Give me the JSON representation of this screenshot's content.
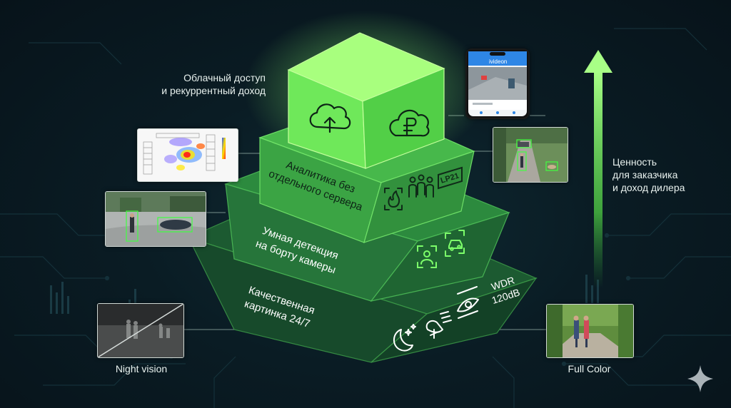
{
  "tiers": [
    {
      "id": "cloud",
      "name": [
        "Облачный доступ",
        "и рекуррентный доход"
      ]
    },
    {
      "id": "analytics",
      "name": [
        "Аналитика без",
        "отдельного сервера"
      ],
      "badge": "LP21"
    },
    {
      "id": "detection",
      "name": [
        "Умная детекция",
        "на борту камеры"
      ]
    },
    {
      "id": "quality",
      "name": [
        "Качественная",
        "картинка 24/7"
      ],
      "wdr": [
        "WDR",
        "120dB"
      ]
    }
  ],
  "value_arrow": {
    "label": [
      "Ценность",
      "для заказчика",
      "и доход дилера"
    ]
  },
  "night_vision": {
    "label": "Night vision"
  },
  "full_color": {
    "label": "Full Color"
  },
  "phone": {
    "app_name": "ivideon"
  },
  "colors": {
    "accent": "#7dff6a",
    "block_top": "#6ff25c",
    "background": "#0a1c24"
  }
}
